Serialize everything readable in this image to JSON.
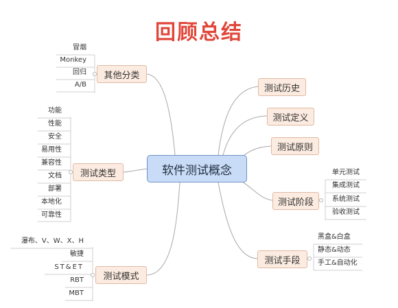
{
  "title": "回顾总结",
  "center": {
    "label": "软件测试概念"
  },
  "topics": {
    "other": {
      "label": "其他分类",
      "leaves": [
        "冒烟",
        "Monkey",
        "回归",
        "A/B"
      ]
    },
    "types": {
      "label": "测试类型",
      "leaves": [
        "功能",
        "性能",
        "安全",
        "易用性",
        "兼容性",
        "文档",
        "部署",
        "本地化",
        "可靠性"
      ]
    },
    "models": {
      "label": "测试模式",
      "leaves": [
        "瀑布、V、W、X、H",
        "敏捷",
        "ST&ET",
        "RBT",
        "MBT"
      ]
    },
    "history": {
      "label": "测试历史"
    },
    "define": {
      "label": "测试定义"
    },
    "rules": {
      "label": "测试原则"
    },
    "stages": {
      "label": "测试阶段",
      "leaves": [
        "单元测试",
        "集成测试",
        "系统测试",
        "验收测试"
      ]
    },
    "means": {
      "label": "测试手段",
      "leaves": [
        "黑盒&白盒",
        "静态&动态",
        "手工&自动化"
      ]
    }
  },
  "colors": {
    "title": "#e0463a",
    "center_fill": "#c9dcf7",
    "topic_fill": "#fcebe0",
    "line": "#a0a0a0"
  }
}
